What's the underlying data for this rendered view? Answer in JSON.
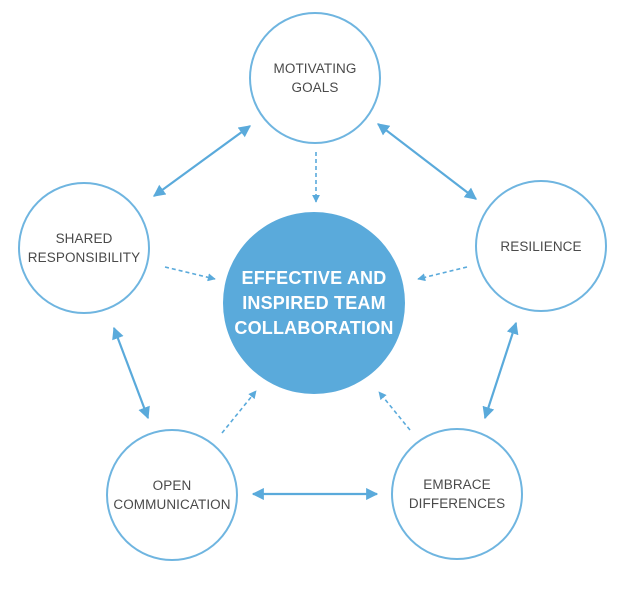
{
  "colors": {
    "accent": "#5aaadb",
    "circle_border": "#6fb5e0",
    "label_text": "#4a4a4a",
    "center_text": "#ffffff"
  },
  "center": {
    "lines": [
      "EFFECTIVE AND",
      "INSPIRED TEAM",
      "COLLABORATION"
    ]
  },
  "nodes": {
    "motivating_goals": {
      "lines": [
        "MOTIVATING",
        "GOALS"
      ]
    },
    "shared_responsibility": {
      "lines": [
        "SHARED",
        "RESPONSIBILITY"
      ]
    },
    "resilience": {
      "lines": [
        "RESILIENCE"
      ]
    },
    "open_communication": {
      "lines": [
        "OPEN",
        "COMMUNICATION"
      ]
    },
    "embrace_differences": {
      "lines": [
        "EMBRACE",
        "DIFFERENCES"
      ]
    }
  }
}
